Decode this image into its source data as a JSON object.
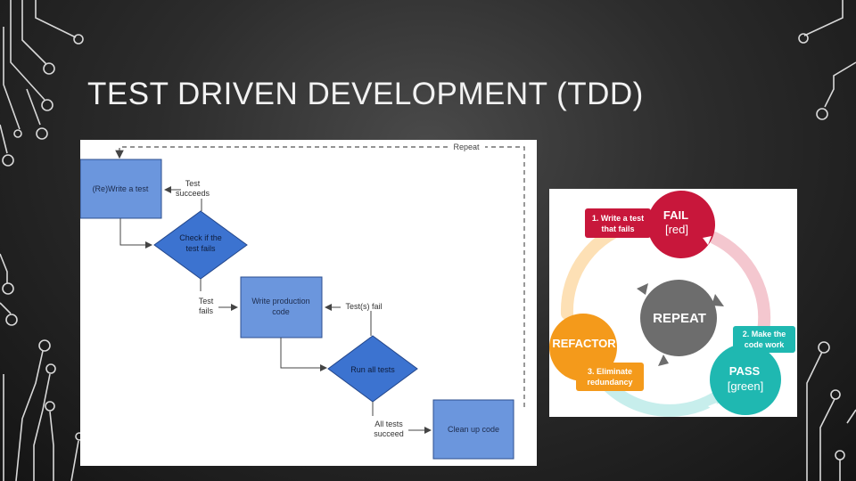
{
  "slide": {
    "title": "TEST DRIVEN DEVELOPMENT (TDD)"
  },
  "flowchart": {
    "repeat_label": "Repeat",
    "write_test": "(Re)Write a test",
    "test_succeeds_1": "Test",
    "test_succeeds_2": "succeeds",
    "check_fail_1": "Check if the",
    "check_fail_2": "test fails",
    "test_fails_1": "Test",
    "test_fails_2": "fails",
    "write_code_1": "Write production",
    "write_code_2": "code",
    "tests_fail": "Test(s) fail",
    "run_tests": "Run all tests",
    "all_succeed_1": "All tests",
    "all_succeed_2": "succeed",
    "clean_up": "Clean up code"
  },
  "cycle": {
    "fail_title": "FAIL",
    "fail_sub": "[red]",
    "step1_line1": "1. Write a test",
    "step1_line2": "that fails",
    "pass_title": "PASS",
    "pass_sub": "[green]",
    "step2_line1": "2. Make the",
    "step2_line2": "code work",
    "refactor_title": "REFACTOR",
    "step3_line1": "3. Eliminate",
    "step3_line2": "redundancy",
    "repeat_title": "REPEAT"
  },
  "colors": {
    "fail": "#c8173b",
    "pass": "#1fb8b1",
    "refactor": "#f49a1b",
    "repeat": "#6d6d6d",
    "flow_box": "#6b96dd",
    "flow_diamond": "#3c73d0"
  }
}
